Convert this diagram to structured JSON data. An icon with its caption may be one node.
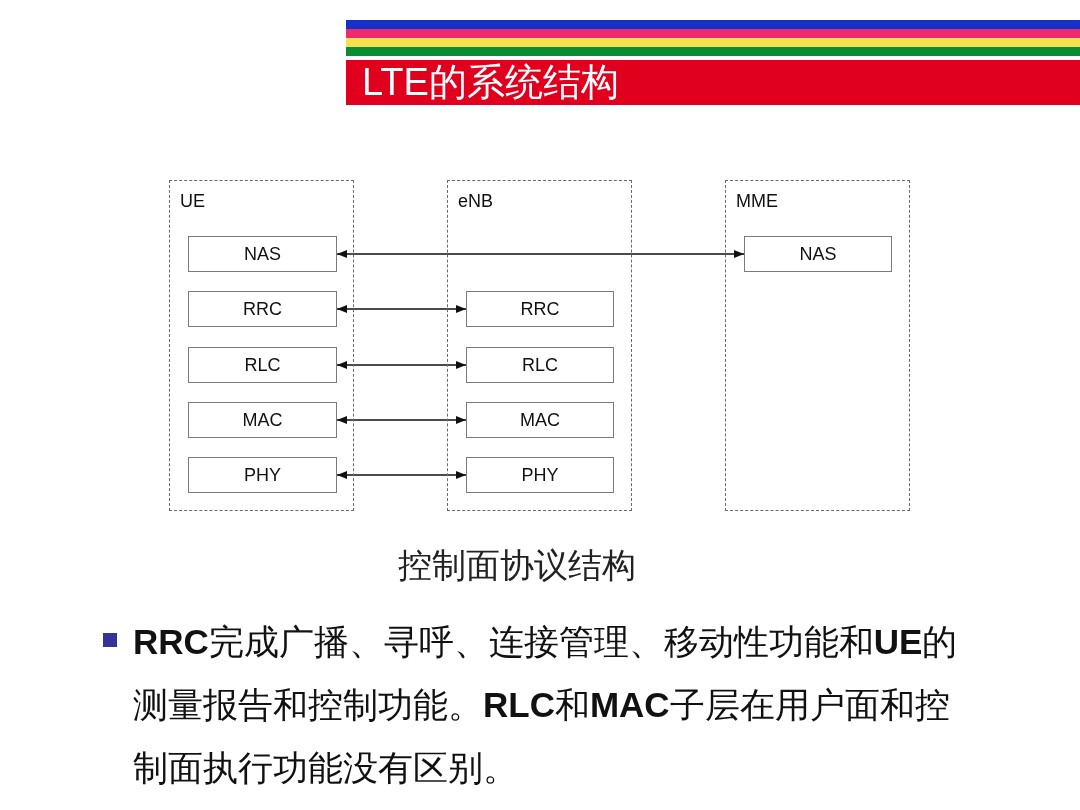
{
  "diagram": {
    "title": "LTE的系统结构",
    "caption": "控制面协议结构",
    "nodes": [
      {
        "text": [
          "UE"
        ]
      },
      {
        "text": [
          "NAS"
        ],
        "in": 0
      },
      {
        "text": [
          "RRC"
        ],
        "in": 0
      },
      {
        "text": [
          "RLC"
        ],
        "in": 0
      },
      {
        "text": [
          "MAC"
        ],
        "in": 0
      },
      {
        "text": [
          "PHY"
        ],
        "in": 0
      },
      {
        "text": [
          "eNB"
        ]
      },
      {
        "text": [
          "RRC"
        ],
        "in": 6
      },
      {
        "text": [
          "RLC"
        ],
        "in": 6
      },
      {
        "text": [
          "MAC"
        ],
        "in": 6
      },
      {
        "text": [
          "PHY"
        ],
        "in": 6
      },
      {
        "text": [
          "MME"
        ]
      },
      {
        "text": [
          "NAS"
        ],
        "in": 11
      }
    ],
    "edges": [
      {
        "from": 1,
        "to": 12,
        "arrow": "both"
      },
      {
        "from": 2,
        "to": 7,
        "arrow": "both"
      },
      {
        "from": 3,
        "to": 8,
        "arrow": "both"
      },
      {
        "from": 4,
        "to": 9,
        "arrow": "both"
      },
      {
        "from": 5,
        "to": 10,
        "arrow": "both"
      }
    ],
    "labels": [
      "**RRC**完成广播、寻呼、连接管理、移动性功能和**UE**的测量报告和控制功能。**RLC**和**MAC**子层在用户面和控制面执行功能没有区别。"
    ]
  }
}
